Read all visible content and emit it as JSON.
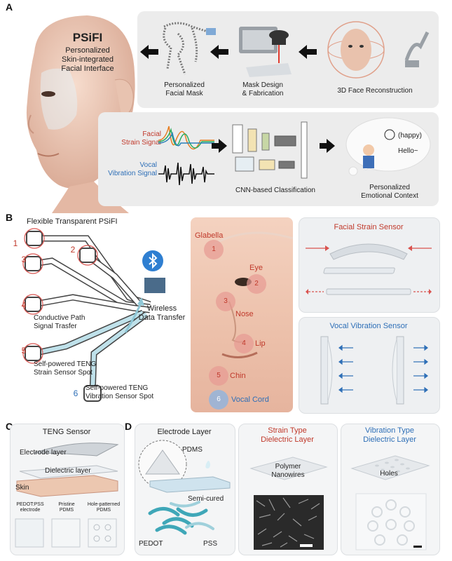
{
  "panels": {
    "A": "A",
    "B": "B",
    "C": "C",
    "D": "D"
  },
  "a": {
    "title": "PSiFI",
    "subtitle": "Personalized\nSkin-integrated\nFacial Interface",
    "mask_label": "Personalized\nFacial Mask",
    "fab_label": "Mask Design\n& Fabrication",
    "recon_label": "3D Face Reconstruction",
    "strain_signal": "Facial\nStrain Signal",
    "vocal_signal": "Vocal\nVibration Signal",
    "cnn_label": "CNN-based Classification",
    "context_label": "Personalized\nEmotional Context",
    "happy": "(happy)",
    "hello": "Hello~"
  },
  "b": {
    "title": "Flexible Transparent PSiFI",
    "conductive": "Conductive Path\nSignal Trasfer",
    "wireless": "Wireless\nData Transfer",
    "teng_strain": "Self-powered TENG\nStrain Sensor Spot",
    "teng_vib": "Self-powered TENG\nVibration Sensor Spot",
    "spots": [
      "1",
      "2",
      "3",
      "4",
      "5",
      "6"
    ],
    "face_points": [
      {
        "num": "1",
        "name": "Glabella"
      },
      {
        "num": "2",
        "name": "Eye"
      },
      {
        "num": "3",
        "name": "Nose"
      },
      {
        "num": "4",
        "name": "Lip"
      },
      {
        "num": "5",
        "name": "Chin"
      },
      {
        "num": "6",
        "name": "Vocal Cord"
      }
    ],
    "strain_sensor": "Facial Strain Sensor",
    "vocal_sensor": "Vocal Vibration Sensor"
  },
  "c": {
    "title": "TENG Sensor",
    "electrode": "Electrode layer",
    "dielectric": "Dielectric layer",
    "skin": "Skin",
    "samples": [
      "PEDOT:PSS\nelectrode",
      "Pristine\nPDMS",
      "Hole-patterned\nPDMS"
    ]
  },
  "d": {
    "electrode_title": "Electrode Layer",
    "pdms": "PDMS",
    "semicured": "Semi-cured",
    "pedot": "PEDOT",
    "pss": "PSS",
    "strain_title": "Strain Type\nDielectric Layer",
    "polymer": "Polymer\nNanowires",
    "vib_title": "Vibration Type\nDielectric Layer",
    "holes": "Holes"
  },
  "colors": {
    "red": "#c0392b",
    "blue": "#2e6fb7",
    "panel": "#ececec"
  }
}
